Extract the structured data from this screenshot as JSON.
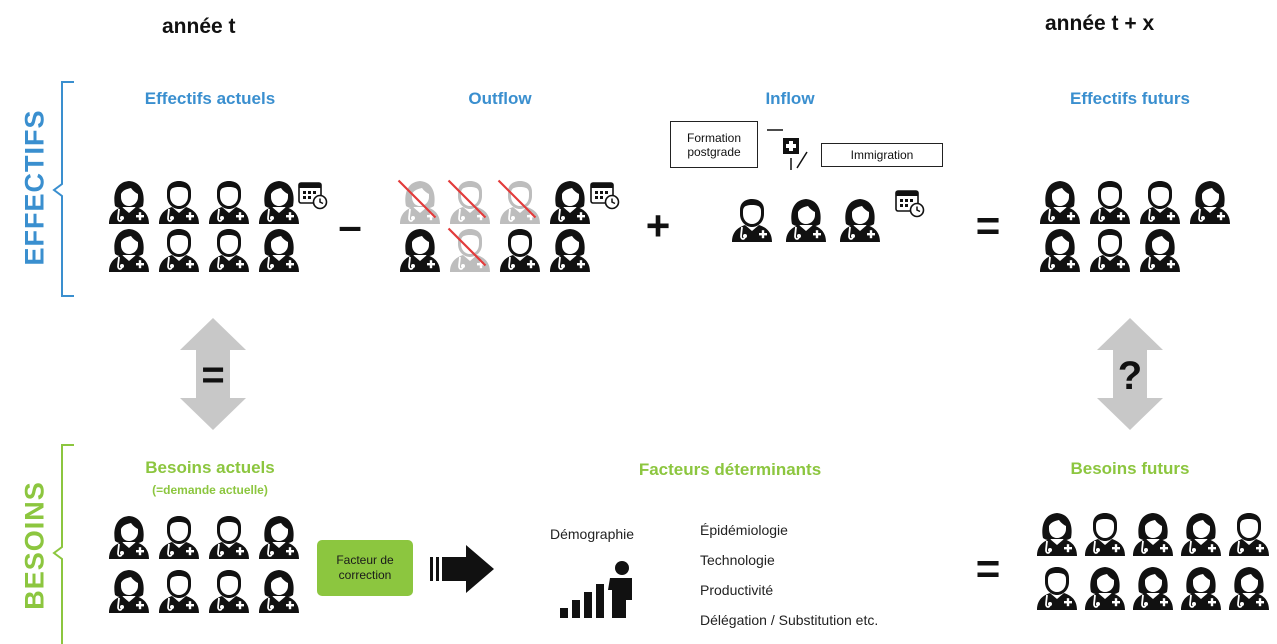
{
  "years": {
    "left": "année t",
    "right": "année t + x"
  },
  "side_labels": {
    "effectifs": "EFFECTIFS",
    "besoins": "BESOINS"
  },
  "effectifs": {
    "actuels_title": "Effectifs actuels",
    "outflow_title": "Outflow",
    "inflow_title": "Inflow",
    "futurs_title": "Effectifs futurs",
    "inflow_sources": {
      "formation": "Formation postgrade",
      "immigration": "Immigration"
    }
  },
  "operators": {
    "minus": "–",
    "plus": "+",
    "equals_top": "=",
    "equals_bottom": "=",
    "link_left": "=",
    "link_right": "?"
  },
  "besoins": {
    "actuels_title": "Besoins actuels",
    "actuels_subtitle": "(=demande actuelle)",
    "facteur_correction": "Facteur de correction",
    "facteurs_title": "Facteurs déterminants",
    "futurs_title": "Besoins futurs",
    "demographie": "Démographie",
    "factors": [
      "Épidémiologie",
      "Technologie",
      "Productivité",
      "Délégation / Substitution etc."
    ]
  },
  "colors": {
    "blue": "#3a8fcf",
    "green": "#8cc63f",
    "grey_arrow": "#c8c8c8",
    "cross": "#e23b3b"
  },
  "icons": {
    "doctor": "doctor-icon",
    "calendar": "calendar-clock-icon",
    "hospital": "hospital-cross-icon",
    "arrow": "right-arrow-icon",
    "chart": "bar-chart-person-icon"
  }
}
